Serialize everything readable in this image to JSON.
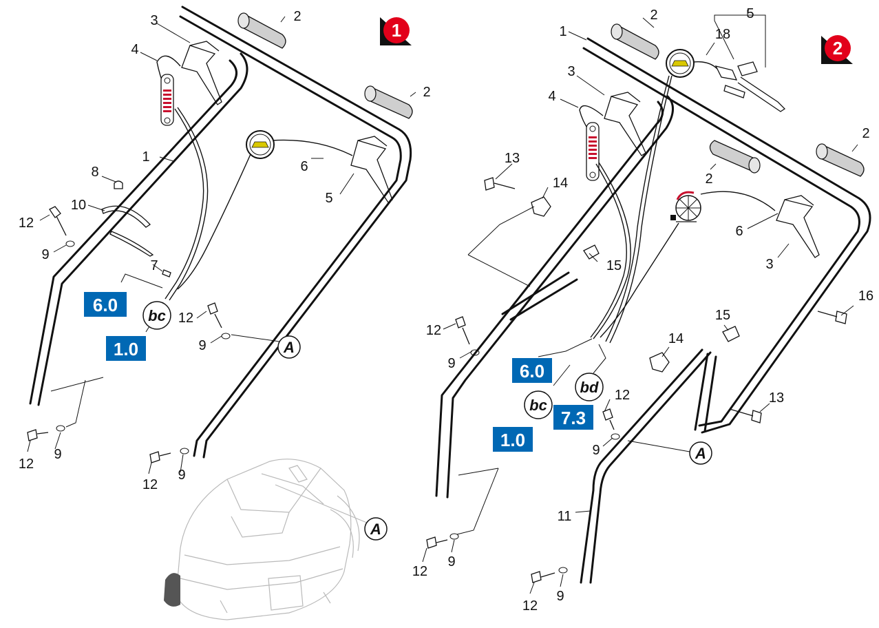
{
  "views": [
    {
      "number": "1",
      "color": "#e2001a"
    },
    {
      "number": "2",
      "color": "#e2001a"
    }
  ],
  "callouts_left": {
    "c1": "1",
    "c2a": "2",
    "c2b": "2",
    "c3": "3",
    "c4": "4",
    "c5": "5",
    "c6": "6",
    "c7": "7",
    "c8": "8",
    "c9a": "9",
    "c9b": "9",
    "c9c": "9",
    "c10": "10",
    "c12a": "12",
    "c12b": "12",
    "c12c": "12",
    "c12d": "12"
  },
  "callouts_right": {
    "c1": "1",
    "c2a": "2",
    "c2b": "2",
    "c2c": "2",
    "c3a": "3",
    "c3b": "3",
    "c4": "4",
    "c5": "5",
    "c6": "6",
    "c9a": "9",
    "c9b": "9",
    "c9c": "9",
    "c11": "11",
    "c12a": "12",
    "c12b": "12",
    "c12c": "12",
    "c13a": "13",
    "c13b": "13",
    "c14a": "14",
    "c14b": "14",
    "c15a": "15",
    "c15b": "15",
    "c16": "16",
    "c18": "18"
  },
  "badges": {
    "left_a": "6.0",
    "left_b": "1.0",
    "right_a": "6.0",
    "right_b": "1.0",
    "right_c": "7.3",
    "color": "#0068b4"
  },
  "markers": {
    "left_bc": "bc",
    "right_bc": "bc",
    "right_bd": "bd",
    "left_a": "A",
    "machine_a": "A",
    "right_a": "A"
  }
}
